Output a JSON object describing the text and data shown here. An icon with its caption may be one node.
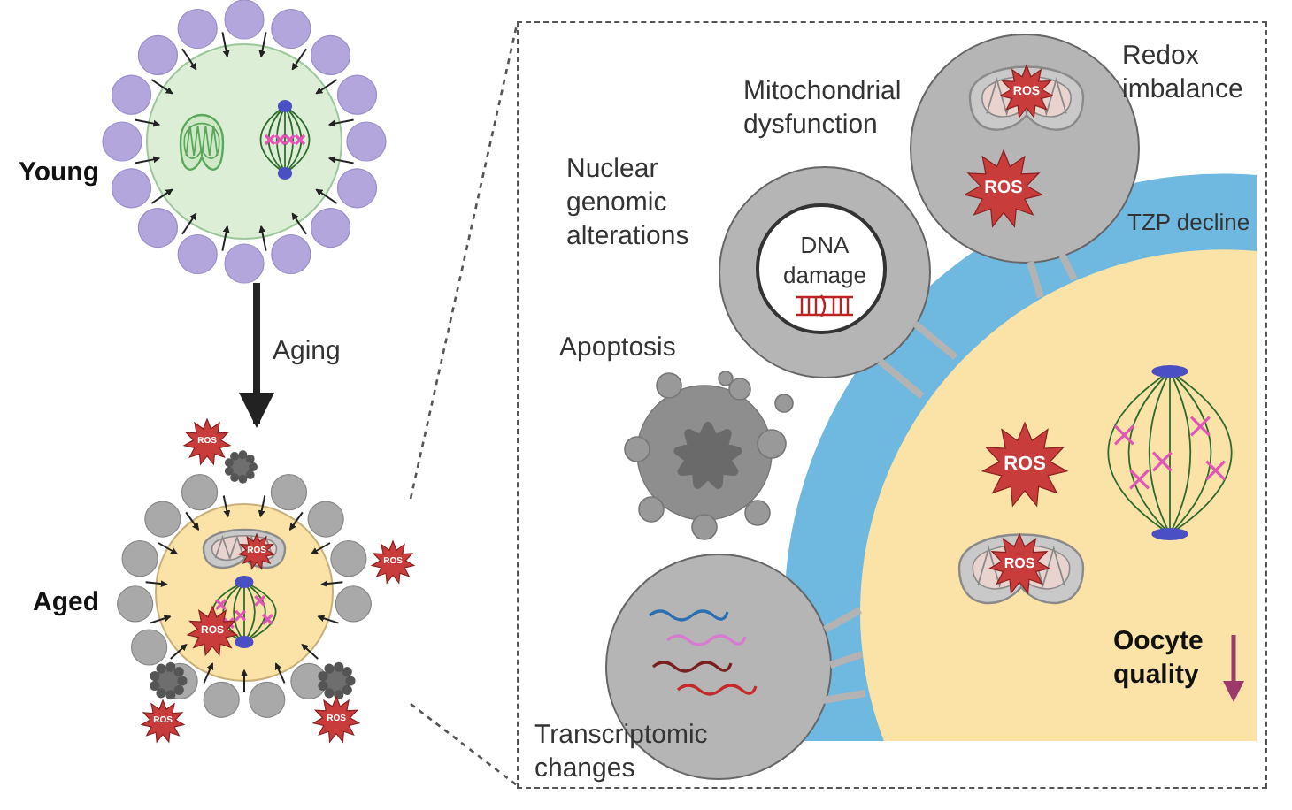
{
  "diagram": {
    "nodes": [
      {
        "text": [
          "Young"
        ]
      },
      {
        "text": [
          "Aged"
        ]
      },
      {
        "text": [],
        "shape": "box"
      },
      {
        "text": [
          "Mitochondrial dysfunction",
          "Redox imbalance"
        ],
        "in": 2
      },
      {
        "text": [
          "Nuclear genomic alterations"
        ],
        "in": 2
      },
      {
        "text": [
          "DNA damage"
        ],
        "in": 4
      },
      {
        "text": [
          "Apoptosis"
        ],
        "in": 2
      },
      {
        "text": [
          "Transcriptomic changes"
        ],
        "in": 2
      },
      {
        "text": [
          "TZP decline"
        ],
        "in": 2
      },
      {
        "text": [
          "Oocyte quality"
        ],
        "in": 8
      }
    ],
    "edges": [
      {
        "from": 0,
        "to": 1,
        "arrow": "to",
        "label": "Aging",
        "color": "#222222"
      },
      {
        "from": 1,
        "to": 2,
        "arrow": "none",
        "style": "dashed",
        "color": "#555555"
      },
      {
        "from": 1,
        "to": 2,
        "arrow": "none",
        "style": "dashed",
        "color": "#555555"
      },
      {
        "from": 3,
        "to": 9,
        "arrow": "none"
      },
      {
        "from": 3,
        "to": 9,
        "arrow": "none"
      },
      {
        "from": 4,
        "to": 9,
        "arrow": "none"
      },
      {
        "from": 4,
        "to": 9,
        "arrow": "none"
      },
      {
        "from": 7,
        "to": 9,
        "arrow": "none"
      },
      {
        "from": 7,
        "to": 9,
        "arrow": "none"
      },
      {
        "from": 7,
        "to": 9,
        "arrow": "none"
      }
    ],
    "labels": [
      "ROS",
      "ROS",
      "ROS",
      "ROS",
      "ROS",
      "ROS",
      "ROS",
      "ROS",
      "ROS",
      "ROS"
    ]
  }
}
